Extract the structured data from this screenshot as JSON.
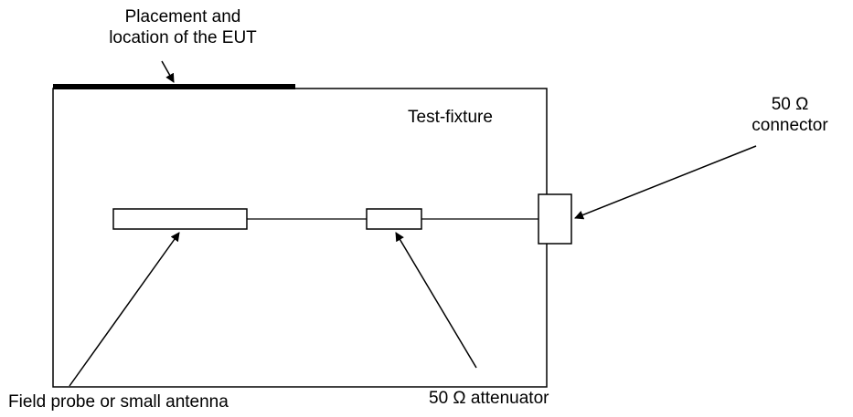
{
  "labels": {
    "eut_placement_line1": "Placement and",
    "eut_placement_line2": "location of the EUT",
    "test_fixture": "Test-fixture",
    "connector_line1": "50 Ω",
    "connector_line2": "connector",
    "attenuator": "50 Ω attenuator",
    "field_probe": "Field probe or small antenna"
  }
}
